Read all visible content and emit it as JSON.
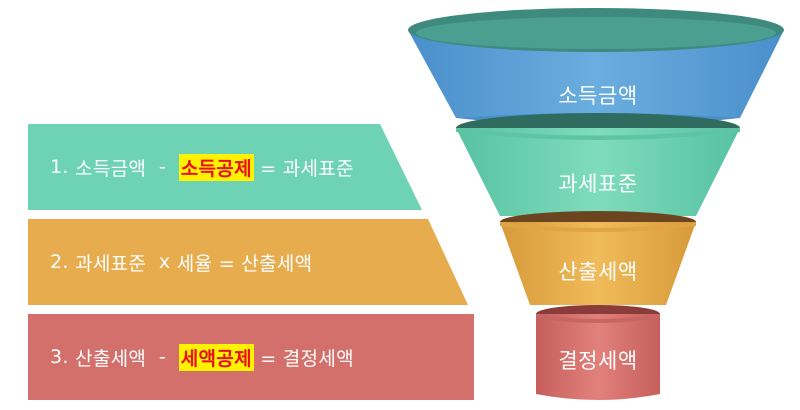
{
  "steps": [
    {
      "number": "1.",
      "pre": "소득금액",
      "op": "-",
      "highlight": "소득공제",
      "post": "= 과세표준",
      "color": "#6ed3b5"
    },
    {
      "number": "2.",
      "pre": "과세표준",
      "op": "x",
      "highlight": "",
      "mid": "세율",
      "post": "= 산출세액",
      "color": "#e6ac4e"
    },
    {
      "number": "3.",
      "pre": "산출세액",
      "op": "-",
      "highlight": "세액공제",
      "post": "= 결정세액",
      "color": "#d4706b"
    }
  ],
  "funnel": {
    "tiers": [
      {
        "label": "소득금액",
        "color": "#5fa3d9",
        "rim": "#3f8a7f"
      },
      {
        "label": "과세표준",
        "color": "#6fd4b3",
        "rim": "#2f6b5e"
      },
      {
        "label": "산출세액",
        "color": "#e8ae4c",
        "rim": "#6b4520"
      },
      {
        "label": "결정세액",
        "color": "#d87470",
        "rim": "#8a3c3a"
      }
    ]
  }
}
